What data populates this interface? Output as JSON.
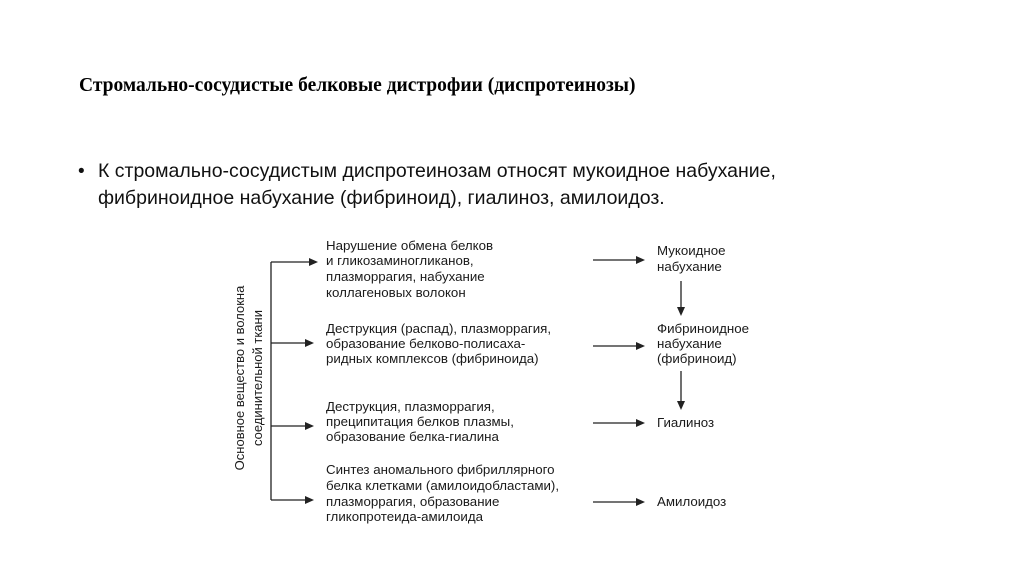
{
  "slide": {
    "title": "Стромально-сосудистые белковые дистрофии (диспротеинозы)",
    "bullet_lines": [
      "К стромально-сосудистым диспротеинозам относят мукоидное набухание,",
      "фибриноидное набухание (фибриноид), гиалиноз, амилоидоз."
    ]
  },
  "diagram": {
    "vertical_label": {
      "line1": "Основное вещество и волокна",
      "line2": "соединительной ткани"
    },
    "processes": [
      {
        "lines": [
          "Нарушение обмена белков",
          "и гликозаминогликанов,",
          "плазморрагия, набухание",
          "коллагеновых волокон"
        ]
      },
      {
        "lines": [
          "Деструкция (распад), плазморрагия,",
          "образование белково-полисаха-",
          "ридных комплексов (фибриноида)"
        ]
      },
      {
        "lines": [
          "Деструкция, плазморрагия,",
          "преципитация белков плазмы,",
          "образование белка-гиалина"
        ]
      },
      {
        "lines": [
          "Синтез аномального фибриллярного",
          "белка клетками (амилоидобластами),",
          "плазморрагия, образование",
          "гликопротеида-амилоида"
        ]
      }
    ],
    "outcomes": [
      {
        "lines": [
          "Мукоидное",
          "набухание"
        ]
      },
      {
        "lines": [
          "Фибриноидное",
          "набухание",
          "(фибриноид)"
        ]
      },
      {
        "lines": [
          "Гиалиноз"
        ]
      },
      {
        "lines": [
          "Амилоидоз"
        ]
      }
    ]
  }
}
